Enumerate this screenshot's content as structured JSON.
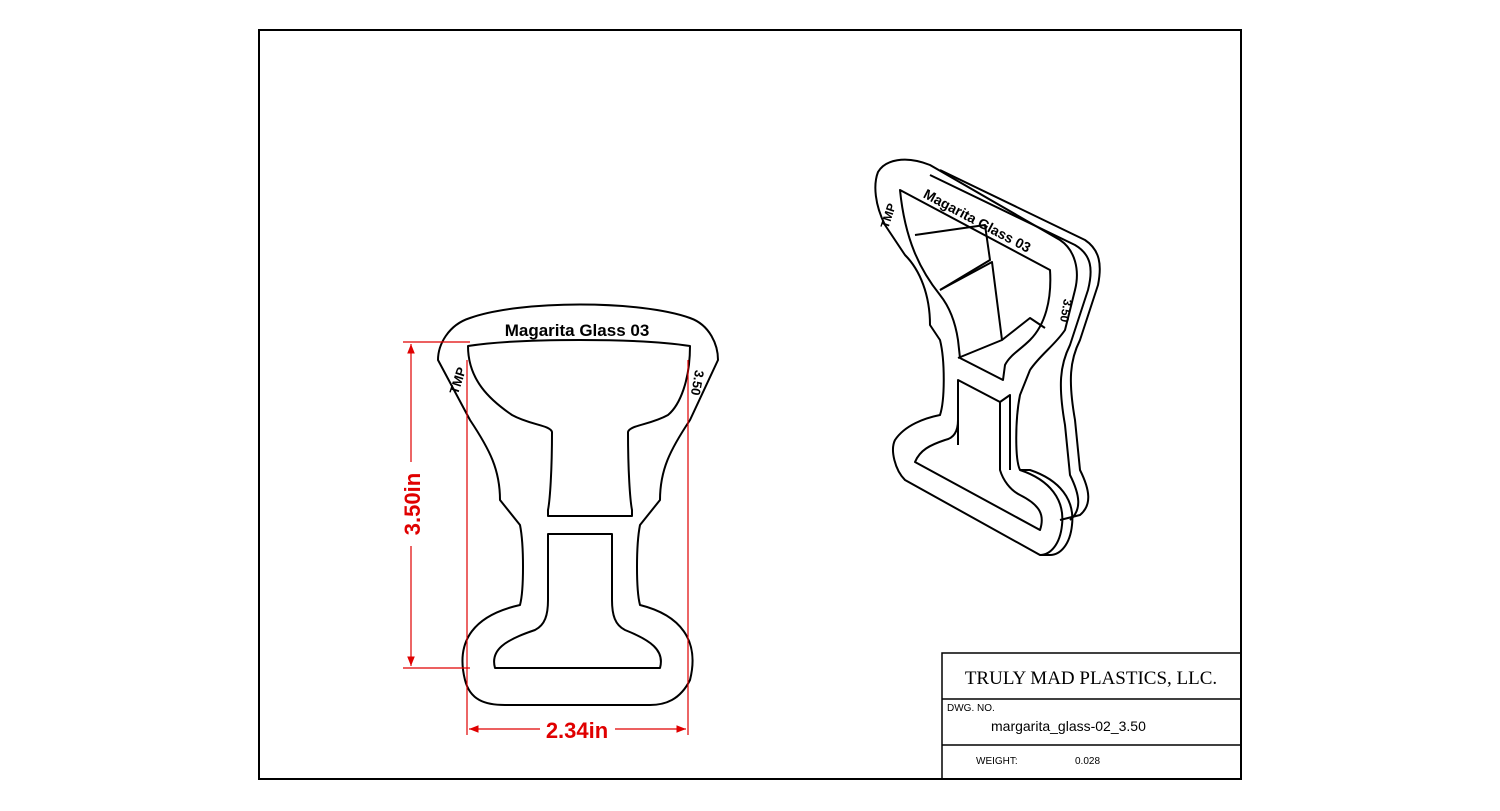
{
  "drawing": {
    "part_top_label": "Magarita Glass 03",
    "part_left_label": "TMP",
    "part_right_label": "3.50"
  },
  "dimensions": {
    "height": "3.50in",
    "width": "2.34in"
  },
  "iso_view": {
    "top_label": "Magarita Glass 03",
    "left_label": "TMP",
    "right_label": "3.50"
  },
  "title_block": {
    "company": "TRULY MAD PLASTICS, LLC.",
    "dwg_no_label": "DWG. NO.",
    "dwg_no_value": "margarita_glass-02_3.50",
    "weight_label": "WEIGHT:",
    "weight_value": "0.028"
  },
  "colors": {
    "dimension": "#e00000",
    "line": "#000000",
    "frame": "#000000"
  }
}
